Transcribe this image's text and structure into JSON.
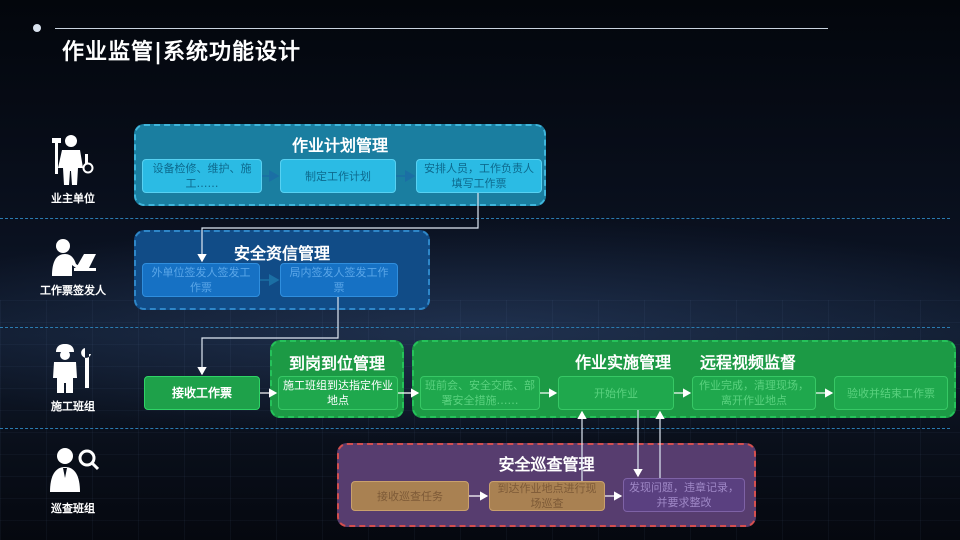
{
  "title": "作业监管|系统功能设计",
  "roles": [
    {
      "label": "业主单位",
      "icon": "worker-with-tools-icon"
    },
    {
      "label": "工作票签发人",
      "icon": "person-at-laptop-icon"
    },
    {
      "label": "施工班组",
      "icon": "worker-with-wrench-icon"
    },
    {
      "label": "巡查班组",
      "icon": "inspector-magnifier-icon"
    }
  ],
  "plan": {
    "title": "作业计划管理",
    "steps": [
      "设备检修、维护、施工……",
      "制定工作计划",
      "安排人员，工作负责人填写工作票"
    ]
  },
  "qualification": {
    "title": "安全资信管理",
    "steps": [
      "外单位签发人签发工作票",
      "局内签发人签发工作票"
    ]
  },
  "receive": {
    "label": "接收工作票"
  },
  "arrival": {
    "title": "到岗到位管理",
    "steps": [
      "施工班组到达指定作业地点"
    ]
  },
  "implementation": {
    "title": "作业实施管理",
    "title2": "远程视频监督",
    "steps": [
      "班前会、安全交底、部署安全措施……",
      "开始作业",
      "作业完成，清理现场，离开作业地点",
      "验收并结束工作票"
    ]
  },
  "patrol": {
    "title": "安全巡查管理",
    "steps": [
      "接收巡查任务",
      "到达作业地点进行现场巡查",
      "发现问题，违章记录，并要求整改"
    ]
  },
  "colors": {
    "plan": "#1a7ea0",
    "qualification": "#114c87",
    "green": "#1c9a45",
    "patrol": "#573d6f",
    "patrol_border": "#d44f4f",
    "divider": "#2b7bb0"
  }
}
